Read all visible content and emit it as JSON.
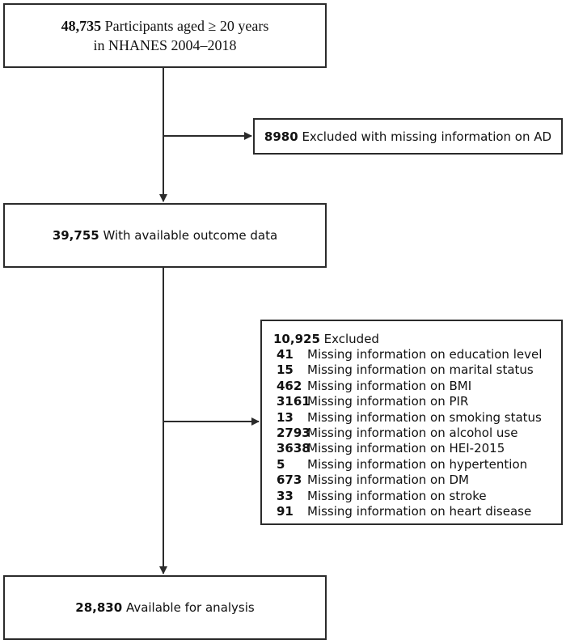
{
  "boxes": {
    "start": {
      "count": "48,735",
      "line1": "Participants aged ≥ 20 years",
      "line2": "in NHANES 2004–2018"
    },
    "excluded_ad": {
      "count": "8980",
      "text": "Excluded with missing information on AD"
    },
    "outcome": {
      "count": "39,755",
      "text": "With available outcome data"
    },
    "excluded_covariates": {
      "count": "10,925",
      "text": "Excluded",
      "items": [
        {
          "count": "41",
          "text": "Missing information on education level"
        },
        {
          "count": "15",
          "text": "Missing information on marital status"
        },
        {
          "count": "462",
          "text": "Missing information on BMI"
        },
        {
          "count": "3161",
          "text": "Missing information on PIR"
        },
        {
          "count": "13",
          "text": "Missing information on smoking status"
        },
        {
          "count": "2793",
          "text": "Missing information on alcohol use"
        },
        {
          "count": "3638",
          "text": "Missing information on HEI-2015"
        },
        {
          "count": "5",
          "text": "Missing information on hypertention"
        },
        {
          "count": "673",
          "text": "Missing information on DM"
        },
        {
          "count": "33",
          "text": "Missing information on stroke"
        },
        {
          "count": "91",
          "text": "Missing information on heart disease"
        }
      ]
    },
    "final": {
      "count": "28,830",
      "text": "Available for analysis"
    }
  }
}
